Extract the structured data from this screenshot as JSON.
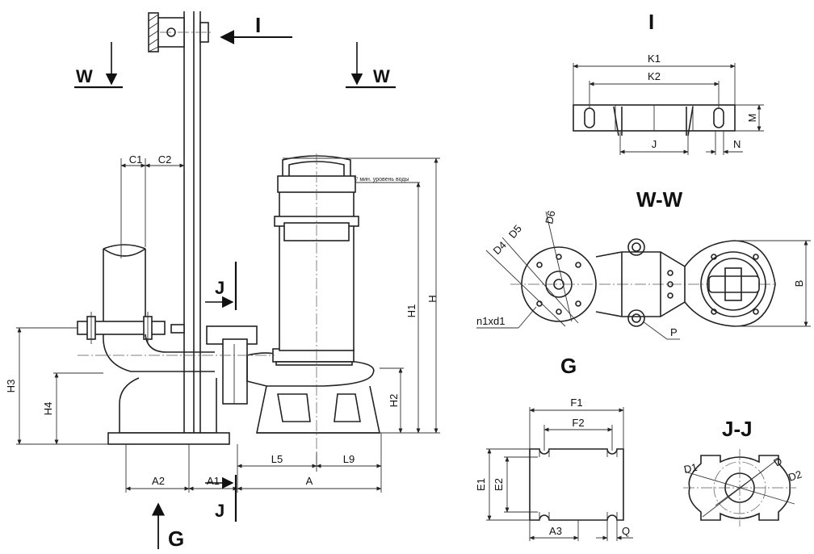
{
  "labels": {
    "view_I_arrow": "I",
    "view_I_title": "I",
    "W_left": "W",
    "W_right": "W",
    "J_top": "J",
    "J_bottom": "J",
    "G_arrow": "G",
    "WW_title": "W-W",
    "G_title": "G",
    "JJ_title": "J-J"
  },
  "dimensions": {
    "C1": "C1",
    "C2": "C2",
    "H": "H",
    "H1": "H1",
    "H2": "H2",
    "H3": "H3",
    "H4": "H4",
    "L5": "L5",
    "L9": "L9",
    "A": "A",
    "A1": "A1",
    "A2": "A2",
    "K1": "K1",
    "K2": "K2",
    "M": "M",
    "J": "J",
    "N": "N",
    "D4": "D4",
    "D5": "D5",
    "D6": "D6",
    "n1xd1": "n1xd1",
    "P": "P",
    "B": "B",
    "F1": "F1",
    "F2": "F2",
    "E1": "E1",
    "E2": "E2",
    "A3": "A3",
    "Q": "Q",
    "D": "D",
    "D1": "D1",
    "D2": "D2"
  },
  "notes": {
    "min_water_level": "▽ мин. уровень воды"
  }
}
